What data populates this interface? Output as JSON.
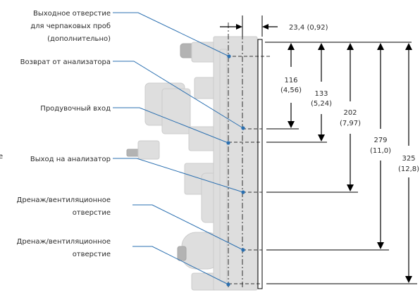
{
  "callouts": [
    {
      "lines": [
        "Выходное отверстие",
        "для черпаковых проб",
        "(дополнительно)"
      ]
    },
    {
      "lines": [
        "Возврат от анализатора"
      ]
    },
    {
      "lines": [
        "Продувочный вход"
      ]
    },
    {
      "lines": [
        "Выход на анализатор"
      ]
    },
    {
      "lines": [
        "Дренаж/вентиляционное",
        "отверстие"
      ]
    },
    {
      "lines": [
        "Дренаж/вентиляционное",
        "отверстие"
      ]
    }
  ],
  "dimensions": {
    "top_width": "23,4 (0,92)",
    "verticals": [
      {
        "mm": "116",
        "in": "(4,56)"
      },
      {
        "mm": "133",
        "in": "(5,24)"
      },
      {
        "mm": "202",
        "in": "(7,97)"
      },
      {
        "mm": "279",
        "in": "(11,0)"
      },
      {
        "mm": "325",
        "in": "(12,8)"
      }
    ]
  },
  "edge_fragment": "e"
}
